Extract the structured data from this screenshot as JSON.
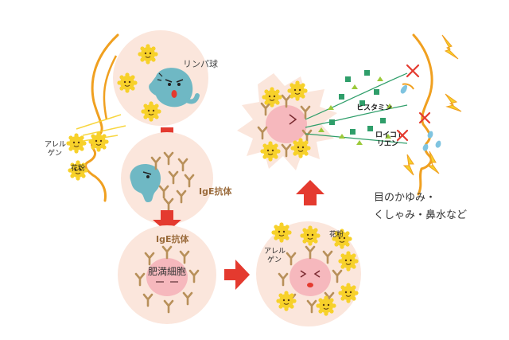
{
  "labels": {
    "lymphocyte": "リンパ球",
    "ige_antibody_1": "IgE抗体",
    "ige_antibody_2": "IgE抗体",
    "mast_cell": "肥満細胞",
    "allergen_1": [
      "アレル",
      "ゲン"
    ],
    "pollen_1": "花粉",
    "allergen_2": [
      "アレル",
      "ゲン"
    ],
    "pollen_2": "花粉",
    "histamine": "ヒスタミン",
    "leukotriene": [
      "ロイコト",
      "リエン"
    ]
  },
  "symptoms": {
    "line1": "目のかゆみ・",
    "line2": "くしゃみ・鼻水など"
  },
  "colors": {
    "circle_bg": "#fbe6dc",
    "arrow_red": "#e43a2f",
    "antibody_brown": "#b8905a",
    "mast_pink": "#f6b8bd",
    "allergen_yellow": "#f7d12a",
    "lymph_teal": "#6fb8c4",
    "face_orange": "#f0a020",
    "histamine_green": "#2f9e6a",
    "leukotriene_green": "#9bc93a",
    "label_brown": "#9a6a3a"
  }
}
